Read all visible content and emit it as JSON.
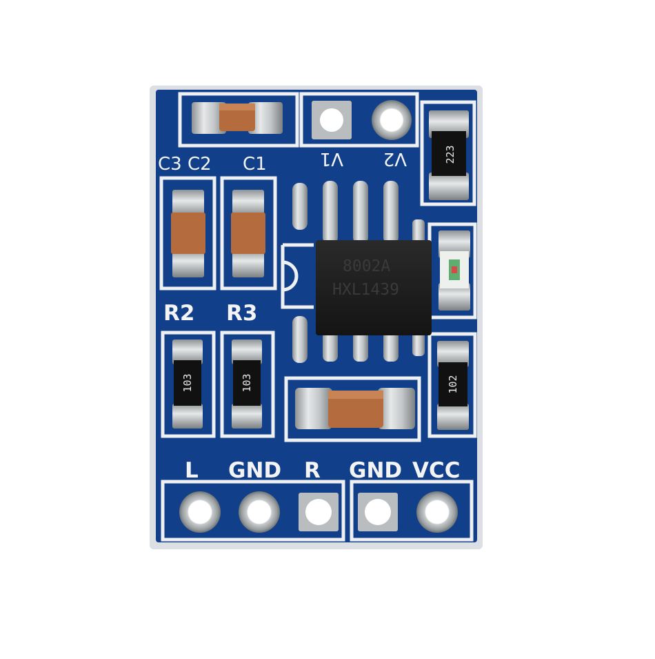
{
  "board": {
    "chip": {
      "line1": "8002A",
      "line2": "HXL1439"
    },
    "labels": {
      "c3": "C3",
      "c2": "C2",
      "c1": "C1",
      "v1": "V1",
      "v2": "V2",
      "r2": "R2",
      "r3": "R3"
    },
    "resistor_codes": {
      "top_right": "223",
      "left_a": "103",
      "left_b": "103",
      "bottom_right": "102"
    },
    "pin_labels": [
      "L",
      "GND",
      "R",
      "GND",
      "VCC"
    ]
  },
  "colors": {
    "pcb_blue": "#123f8a",
    "silkscreen": "#f4f4f4",
    "chip_body": "#1e1e1e",
    "capacitor": "#b46c3e",
    "solder_pad": "#b9bdbf"
  }
}
